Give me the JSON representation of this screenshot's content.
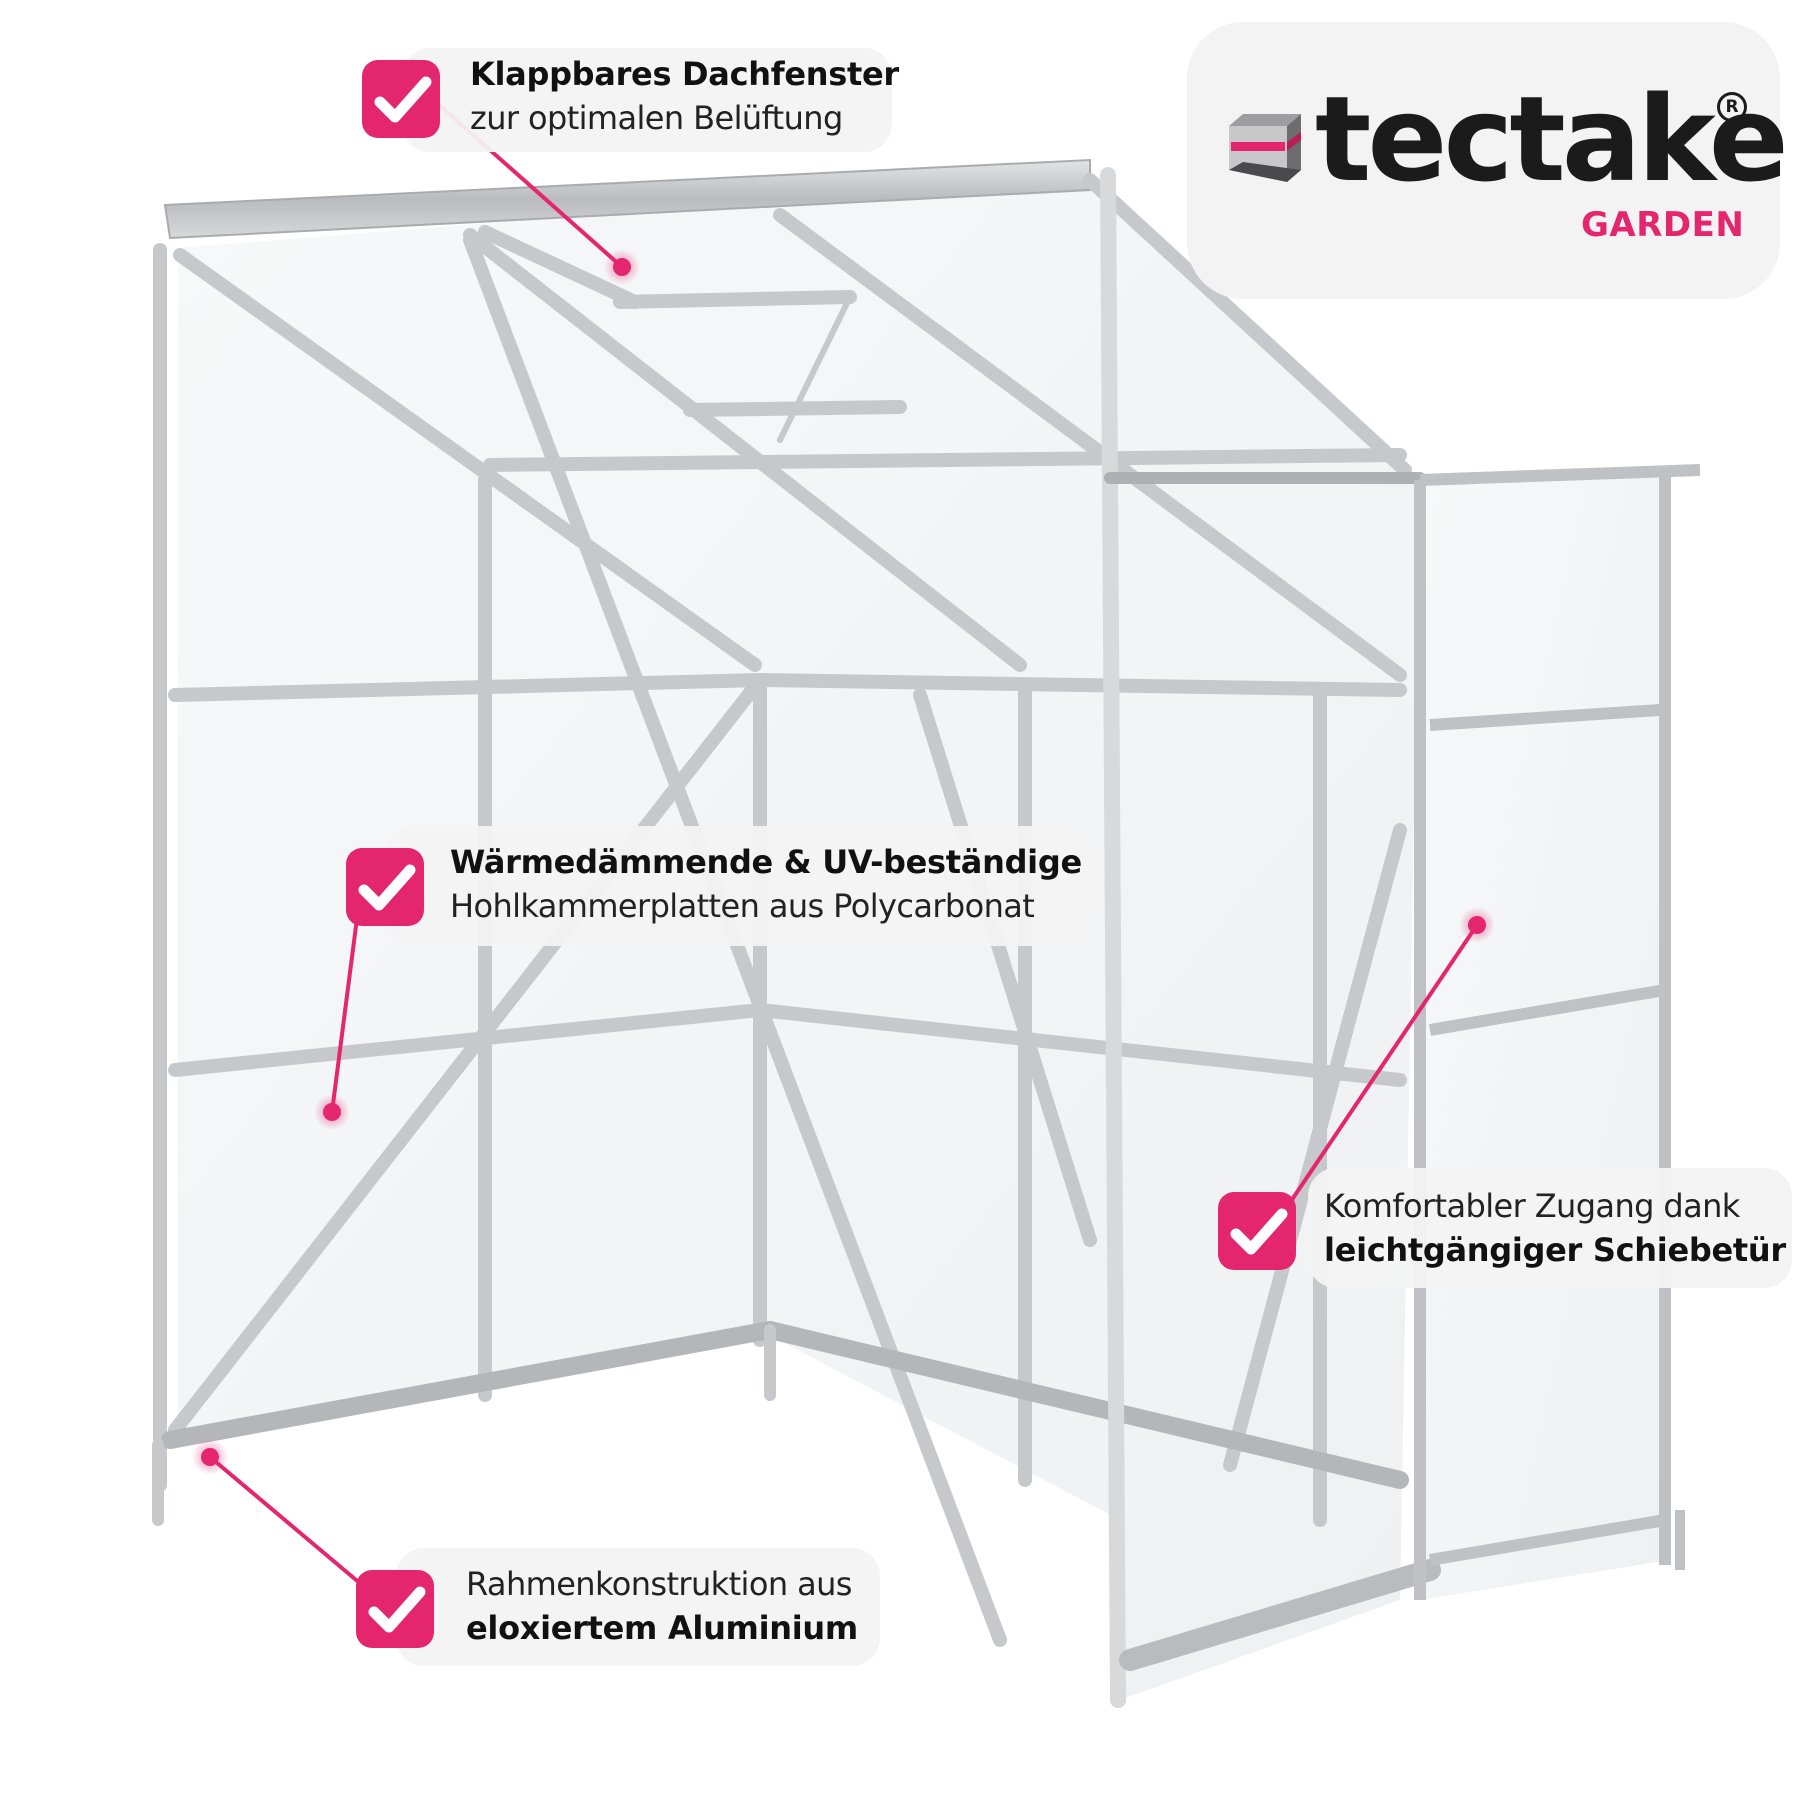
{
  "brand": {
    "name": "tectake",
    "registered_mark": "R",
    "subline": "GARDEN",
    "accent_color": "#e4266f",
    "wordmark_color": "#1b1b1b",
    "card_background": "#f3f3f3"
  },
  "product": {
    "subject": "lean-to greenhouse with aluminium frame and polycarbonate panels",
    "frame_color": "#c9cbcd",
    "panel_color": "#f4f5f6"
  },
  "callouts": [
    {
      "id": "roof-window",
      "line1": "Klappbares Dachfenster",
      "line1_weight": "bold",
      "line2": "zur optimalen Belüftung",
      "line2_weight": "light",
      "icon": "checkmark-icon"
    },
    {
      "id": "panels",
      "line1": "Wärmedämmende & UV-beständige",
      "line1_weight": "bold",
      "line2": "Hohlkammerplatten aus Polycarbonat",
      "line2_weight": "light",
      "icon": "checkmark-icon"
    },
    {
      "id": "sliding-door",
      "line1": "Komfortabler Zugang dank",
      "line1_weight": "light",
      "line2": "leichtgängiger Schiebetür",
      "line2_weight": "bold",
      "icon": "checkmark-icon"
    },
    {
      "id": "frame",
      "line1": "Rahmenkonstruktion aus",
      "line1_weight": "light",
      "line2": "eloxiertem Aluminium",
      "line2_weight": "bold",
      "icon": "checkmark-icon"
    }
  ]
}
